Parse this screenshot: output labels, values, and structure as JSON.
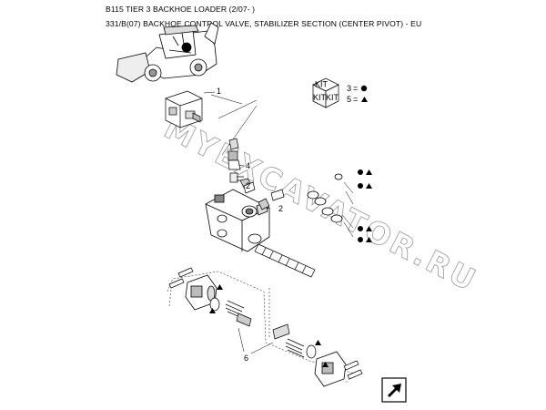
{
  "header": {
    "title": "B115 TIER 3 BACKHOE LOADER (2/07- )",
    "subtitle": "331/B(07) BACKHOE CONTROL VALVE, STABILIZER SECTION (CENTER PIVOT) - EU"
  },
  "kit_legend": {
    "box_words": [
      "KIT",
      "KIT",
      "KIT"
    ],
    "rows": [
      {
        "number": "3",
        "eq": "=",
        "symbol_name": "circle"
      },
      {
        "number": "5",
        "eq": "=",
        "symbol_name": "triangle"
      }
    ]
  },
  "callouts": [
    "1",
    "4",
    "2",
    "2",
    "6"
  ],
  "watermark": "MYEXCAVATOR.RU",
  "icons": {
    "machine": "backhoe-loader-illustration",
    "kit_box": "kit-box-icon",
    "nav": "next-page-arrow-icon"
  }
}
